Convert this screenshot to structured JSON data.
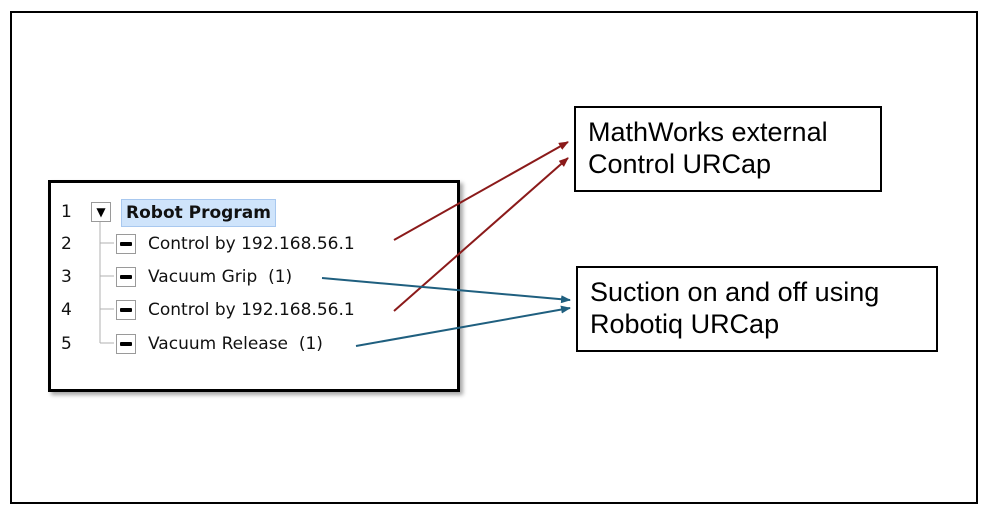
{
  "program_tree": {
    "rows": [
      {
        "num": "1",
        "label": "Robot Program"
      },
      {
        "num": "2",
        "label": "Control by 192.168.56.1"
      },
      {
        "num": "3",
        "label": "Vacuum Grip  (1)"
      },
      {
        "num": "4",
        "label": "Control by 192.168.56.1"
      },
      {
        "num": "5",
        "label": "Vacuum Release  (1)"
      }
    ],
    "expand_glyph": "▼"
  },
  "callouts": {
    "mathworks": {
      "line1": "MathWorks external",
      "line2": "Control URCap"
    },
    "robotiq": {
      "line1": "Suction on and off using",
      "line2": "Robotiq URCap"
    }
  },
  "colors": {
    "mathworks_arrow": "#8b1a1a",
    "robotiq_arrow": "#1f5f7f",
    "selection": "#cfe4fb"
  }
}
